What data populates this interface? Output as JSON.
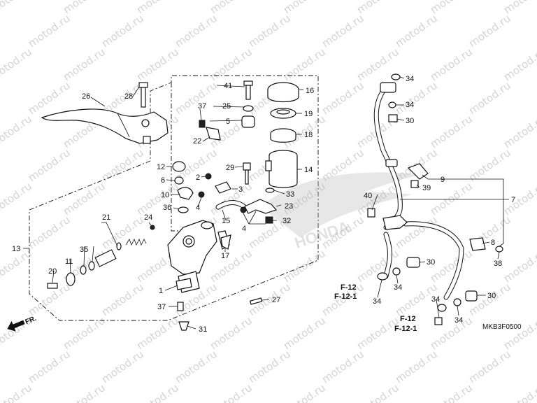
{
  "watermark_text": "motod.ru",
  "diagram_code": "MKB3F0500",
  "front_marker": "FR.",
  "brand_mark": "HONDA",
  "callouts": {
    "n1": "1",
    "n2": "2",
    "n3": "3",
    "n4a": "4",
    "n4b": "4",
    "n5": "5",
    "n6": "6",
    "n7": "7",
    "n8": "8",
    "n9": "9",
    "n10": "10",
    "n11": "11",
    "n12": "12",
    "n13": "13",
    "n14": "14",
    "n15": "15",
    "n16": "16",
    "n17": "17",
    "n18": "18",
    "n19": "19",
    "n20": "20",
    "n21": "21",
    "n22": "22",
    "n23": "23",
    "n24": "24",
    "n25": "25",
    "n26": "26",
    "n27": "27",
    "n28": "28",
    "n29": "29",
    "n30a": "30",
    "n30b": "30",
    "n30c": "30",
    "n31": "31",
    "n32": "32",
    "n33": "33",
    "n34a": "34",
    "n34b": "34",
    "n34c": "34",
    "n34d": "34",
    "n34e": "34",
    "n34f": "34",
    "n35": "35",
    "n36": "36",
    "n37a": "37",
    "n37b": "37",
    "n38": "38",
    "n39": "39",
    "n40": "40",
    "n41": "41"
  },
  "refs": {
    "f12a": "F-12",
    "f121a": "F-12-1",
    "f12b": "F-12",
    "f121b": "F-12-1"
  }
}
